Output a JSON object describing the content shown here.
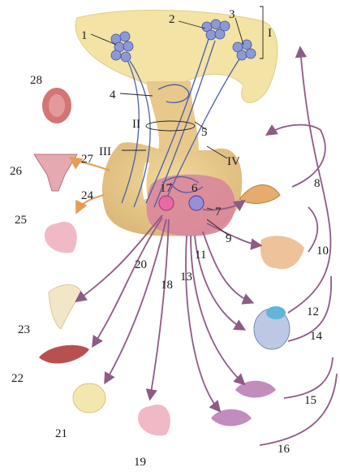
{
  "numbers": [
    "1",
    "2",
    "3",
    "4",
    "5",
    "6",
    "7",
    "8",
    "9",
    "10",
    "11",
    "12",
    "13",
    "14",
    "15",
    "16",
    "17",
    "18",
    "19",
    "20",
    "21",
    "22",
    "23",
    "24",
    "25",
    "26",
    "27",
    "28"
  ],
  "roman": [
    "I",
    "II",
    "III",
    "IV"
  ],
  "colors": {
    "hypothalamus": "#f3e3a4",
    "pituitary": "#e8c98b",
    "anterior_lobe": "#d9869c",
    "vessels": "#4b5fa8",
    "arrows": "#8e5a86",
    "orange_arrows": "#e89b54"
  }
}
